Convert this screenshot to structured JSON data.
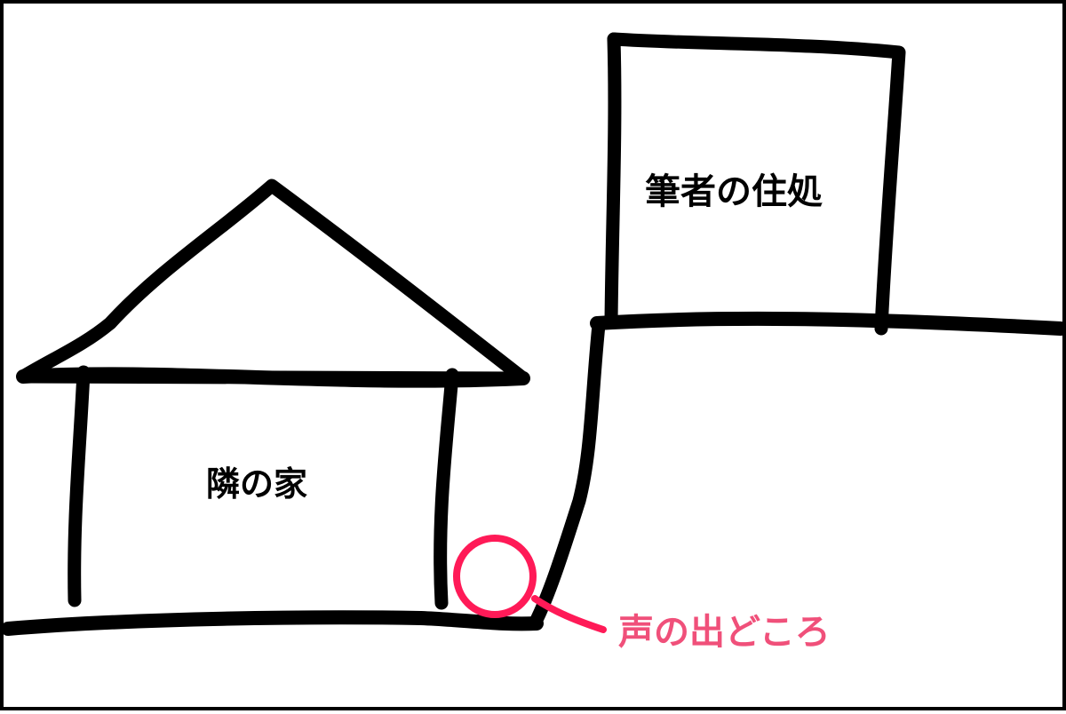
{
  "labels": {
    "neighbor_house": "隣の家",
    "writer_residence": "筆者の住処",
    "sound_source": "声の出どころ"
  },
  "colors": {
    "ink": "#000000",
    "highlight": "#ff1a57",
    "highlight_text": "#f0507a",
    "background": "#ffffff"
  }
}
